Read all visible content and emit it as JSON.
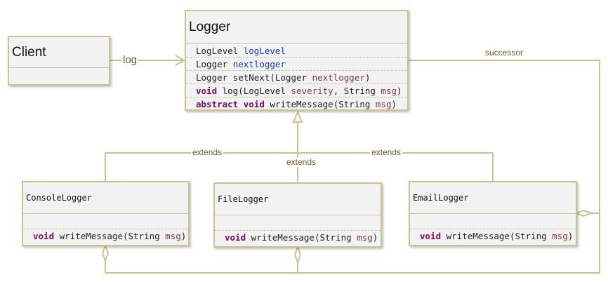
{
  "classes": {
    "client": {
      "name": "Client"
    },
    "logger": {
      "name": "Logger",
      "members": [
        [
          {
            "t": "LogLevel ",
            "c": "ty"
          },
          {
            "t": "logLevel",
            "c": "pa"
          }
        ],
        [
          {
            "t": "Logger ",
            "c": "ty"
          },
          {
            "t": "nextlogger",
            "c": "pa"
          }
        ],
        [
          {
            "t": "Logger setNext(Logger ",
            "c": "ty"
          },
          {
            "t": "nextlogger",
            "c": "ar"
          },
          {
            "t": ")",
            "c": "ty"
          }
        ],
        [
          {
            "t": "void",
            "c": "kw"
          },
          {
            "t": " log(LogLevel ",
            "c": "ty"
          },
          {
            "t": "severity",
            "c": "ar"
          },
          {
            "t": ", String ",
            "c": "ty"
          },
          {
            "t": "msg",
            "c": "ar"
          },
          {
            "t": ")",
            "c": "ty"
          }
        ],
        [
          {
            "t": "abstract",
            "c": "kw"
          },
          {
            "t": " ",
            "c": "ty"
          },
          {
            "t": "void",
            "c": "kw"
          },
          {
            "t": " writeMessage(String ",
            "c": "ty"
          },
          {
            "t": "msg",
            "c": "ar"
          },
          {
            "t": ")",
            "c": "ty"
          }
        ]
      ]
    },
    "console": {
      "name": "ConsoleLogger",
      "members": [
        [
          {
            "t": "void",
            "c": "kw"
          },
          {
            "t": " writeMessage(String ",
            "c": "ty"
          },
          {
            "t": "msg",
            "c": "ar"
          },
          {
            "t": ")",
            "c": "ty"
          }
        ]
      ]
    },
    "file": {
      "name": "FileLogger",
      "members": [
        [
          {
            "t": "void",
            "c": "kw"
          },
          {
            "t": " writeMessage(String ",
            "c": "ty"
          },
          {
            "t": "msg",
            "c": "ar"
          },
          {
            "t": ")",
            "c": "ty"
          }
        ]
      ]
    },
    "email": {
      "name": "EmailLogger",
      "members": [
        [
          {
            "t": "void",
            "c": "kw"
          },
          {
            "t": " writeMessage(String ",
            "c": "ty"
          },
          {
            "t": "msg",
            "c": "ar"
          },
          {
            "t": ")",
            "c": "ty"
          }
        ]
      ]
    }
  },
  "labels": {
    "log": "log",
    "successor": "successor",
    "extends_left": "extends",
    "extends_center": "extends",
    "extends_right": "extends"
  },
  "colors": {
    "border": "#c9c48e",
    "line": "#c9c48e",
    "box_fill": "#f2f2f2",
    "keyword": "#7a0a5c",
    "parameter": "#7a3a4a",
    "field": "#0f3bb4",
    "label": "#6b5a2a"
  }
}
